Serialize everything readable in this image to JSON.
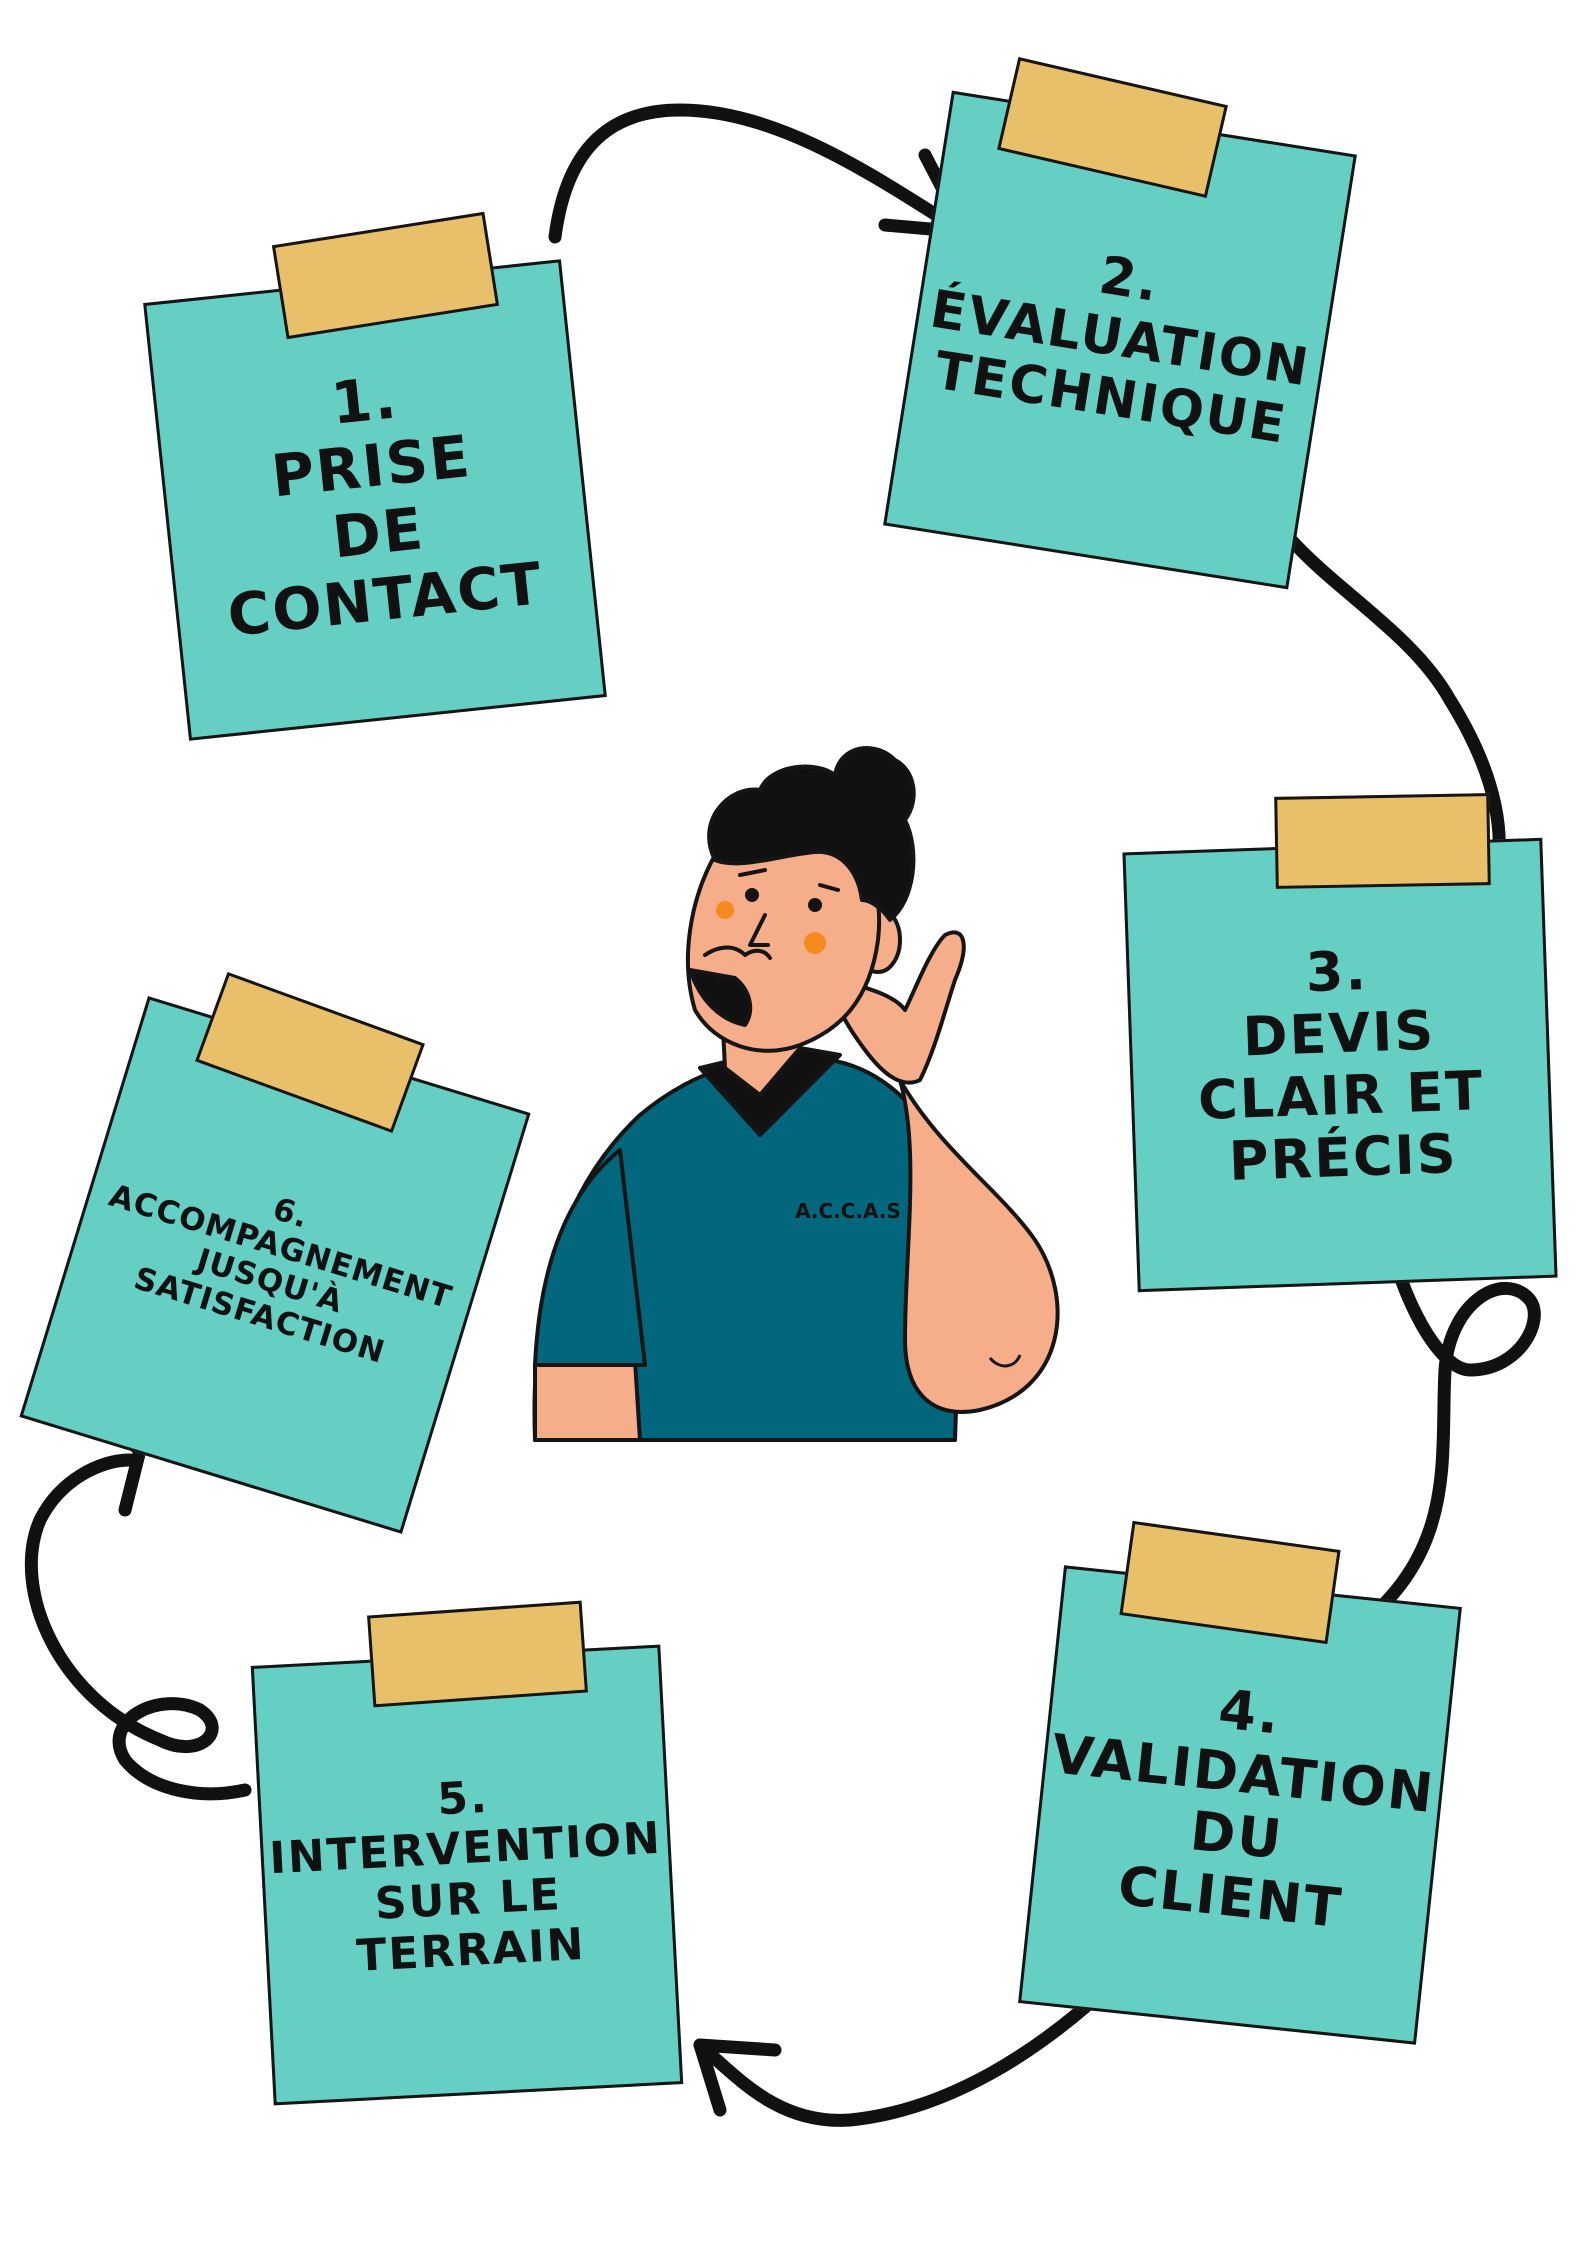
{
  "steps": [
    {
      "number": "1.",
      "lines": [
        "PRISE",
        "DE",
        "CONTACT"
      ]
    },
    {
      "number": "2.",
      "lines": [
        "ÉVALUATION",
        "TECHNIQUE"
      ]
    },
    {
      "number": "3.",
      "lines": [
        "DEVIS",
        "CLAIR  ET",
        "PRÉCIS"
      ]
    },
    {
      "number": "4.",
      "lines": [
        "VALIDATION",
        "DU",
        "CLIENT"
      ]
    },
    {
      "number": "5.",
      "lines": [
        "INTERVENTION",
        "SUR  LE",
        "TERRAIN"
      ]
    },
    {
      "number": "6.",
      "lines": [
        "ACCOMPAGNEMENT",
        "JUSQU'À",
        "SATISFACTION"
      ]
    }
  ],
  "character": {
    "shirt_logo": "A.C.C.A.S"
  },
  "colors": {
    "note": "#66cfc3",
    "tape": "#e8c06a",
    "shirt": "#02677c",
    "skin": "#f6ad89",
    "outline": "#151515"
  },
  "icons": [
    "arrow-icon",
    "person-illustration"
  ]
}
